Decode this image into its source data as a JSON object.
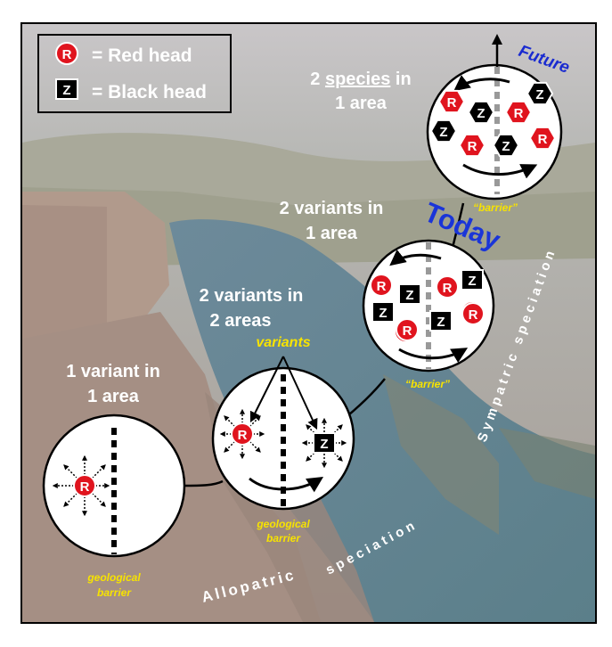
{
  "legend": {
    "red_token": "R",
    "red_text": "= Red head",
    "black_token": "Z",
    "black_text": "= Black head"
  },
  "stages": {
    "future_label": "Future",
    "today_label": "Today",
    "species_line1_pre": "2 ",
    "species_word": "species",
    "species_line1_post": " in",
    "species_line2": "1 area",
    "variants1_line1": "2 variants in",
    "variants1_line2": "1 area",
    "variants2_line1": "2 variants in",
    "variants2_line2": "2 areas",
    "one_variant_line1": "1 variant in",
    "one_variant_line2": "1 area",
    "variants_arrow_label": "variants"
  },
  "barriers": {
    "barrier_quote_top": "“barrier”",
    "barrier_quote_mid": "“barrier”",
    "geo_barrier_1a": "geological",
    "geo_barrier_1b": "barrier",
    "geo_barrier_2a": "geological",
    "geo_barrier_2b": "barrier"
  },
  "speciation": {
    "allopatric": "Allopatric",
    "speciation_word": "speciation",
    "sympatric": "Sympatric speciation"
  },
  "tokens": {
    "red": "R",
    "black": "Z"
  },
  "colors": {
    "red": "#e0141e",
    "black": "#000000",
    "label_yellow": "#f7e300",
    "today_blue": "#1a35d8",
    "future_blue": "#1a2bd0"
  }
}
